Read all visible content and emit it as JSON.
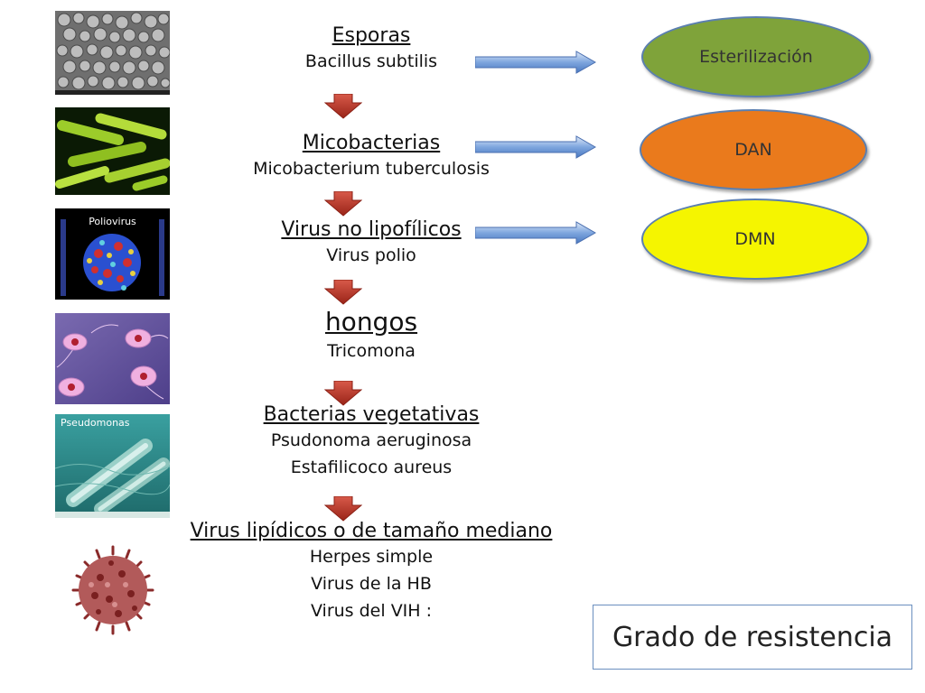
{
  "levels": [
    {
      "title": "Esporas",
      "examples": [
        "Bacillus subtilis"
      ]
    },
    {
      "title": "Micobacterias",
      "examples": [
        "Micobacterium tuberculosis"
      ]
    },
    {
      "title": "Virus no lipofílicos",
      "examples": [
        "Virus polio"
      ]
    },
    {
      "title": "hongos",
      "examples": [
        "Tricomona"
      ]
    },
    {
      "title": "Bacterias vegetativas",
      "examples": [
        "Psudonoma aeruginosa",
        "Estafilicoco aureus"
      ]
    },
    {
      "title": "Virus lipídicos o de tamaño mediano",
      "examples": [
        "Herpes simple",
        "Virus de la HB",
        "Virus del VIH :"
      ]
    }
  ],
  "thumb_labels": {
    "poliovirus": "Poliovirus",
    "pseudomonas": "Pseudomonas"
  },
  "methods": [
    {
      "label": "Esterilización",
      "color": "#7fa33a"
    },
    {
      "label": "DAN",
      "color": "#ea7a1c"
    },
    {
      "label": "DMN",
      "color": "#f5f500"
    }
  ],
  "legend": "Grado de resistencia",
  "colors": {
    "down_arrow": "#c0392b",
    "right_arrow": "#5b8bd0",
    "ellipse_border": "#5b7fb0"
  }
}
